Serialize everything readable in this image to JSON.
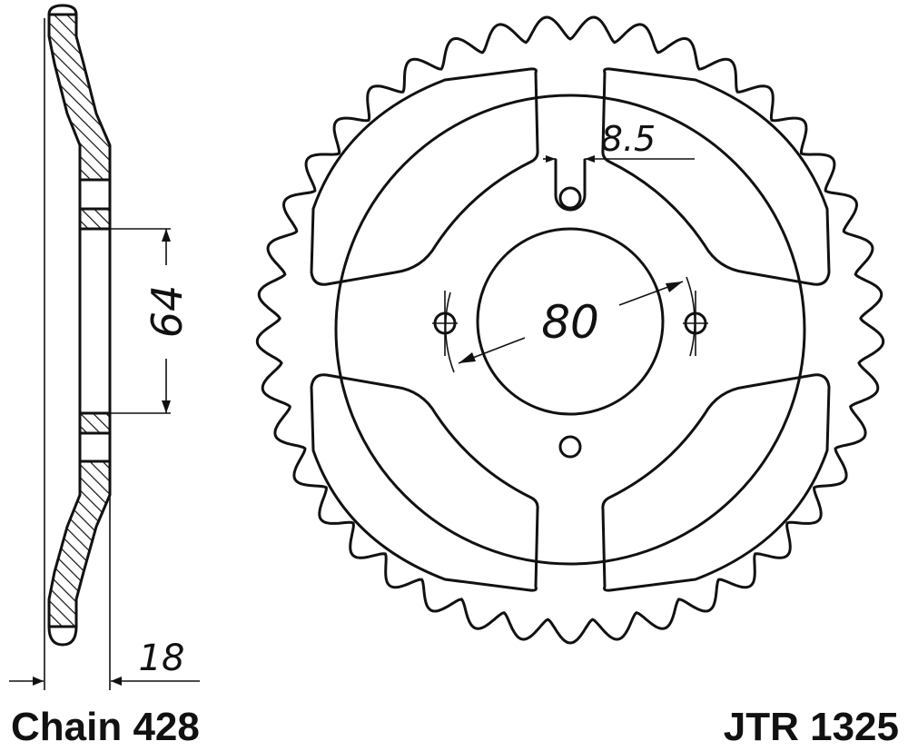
{
  "drawing": {
    "chain_label": "Chain 428",
    "part_number": "JTR 1325",
    "dimensions": {
      "center_bore": "80",
      "bolt_hole": "8.5",
      "side_height": "64",
      "thickness": "18"
    },
    "tooth_count": 41
  }
}
